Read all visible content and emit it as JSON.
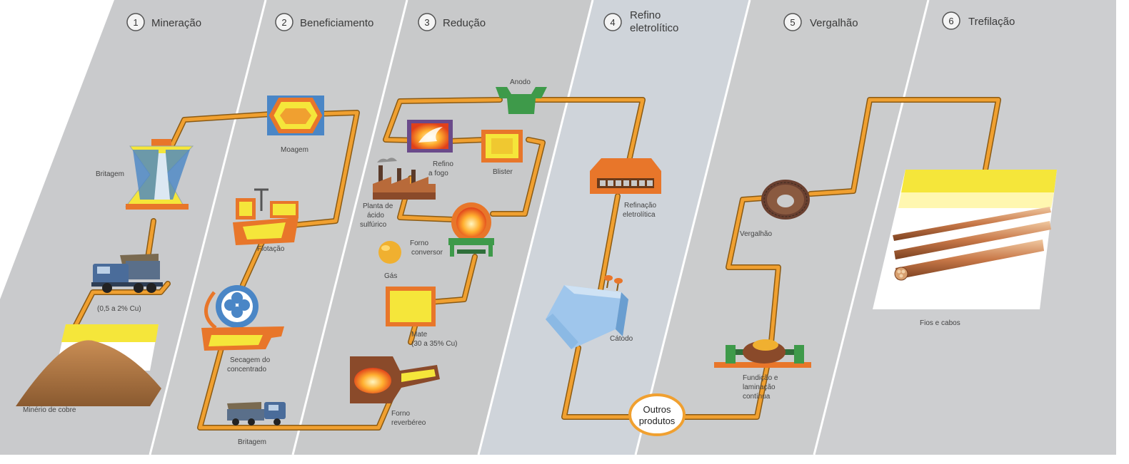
{
  "stages": [
    {
      "number": "1",
      "title": "Mineração"
    },
    {
      "number": "2",
      "title": "Beneficiamento"
    },
    {
      "number": "3",
      "title": "Redução"
    },
    {
      "number": "4",
      "title_line1": "Refino",
      "title_line2": "eletrolítico"
    },
    {
      "number": "5",
      "title": "Vergalhão"
    },
    {
      "number": "6",
      "title": "Trefilação"
    }
  ],
  "labels": {
    "britagem_top": "Britagem",
    "teor": "(0,5 a 2% Cu)",
    "minerio": "Minério de cobre",
    "moagem": "Moagem",
    "flotacao": "Flotação",
    "secagem_1": "Secagem do",
    "secagem_2": "concentrado",
    "britagem_bottom": "Britagem",
    "anodo": "Anodo",
    "refino_fogo_1": "Refino",
    "refino_fogo_2": "a fogo",
    "blister": "Blister",
    "planta_1": "Planta de",
    "planta_2": "ácido",
    "planta_3": "sulfúrico",
    "forno_conv_1": "Forno",
    "forno_conv_2": "conversor",
    "gas": "Gás",
    "mate_1": "Mate",
    "mate_2": "(30 a 35% Cu)",
    "forno_rev_1": "Forno",
    "forno_rev_2": "reverbéreo",
    "refinacao_1": "Refinação",
    "refinacao_2": "eletrolítica",
    "catodo": "Cátodo",
    "outros_1": "Outros",
    "outros_2": "produtos",
    "vergalhao": "Vergalhão",
    "fundicao_1": "Fundição e",
    "fundicao_2": "laminação",
    "fundicao_3": "contínua",
    "fios": "Fios e cabos"
  },
  "colors": {
    "panel": "#c9cacc",
    "panel_light": "#d6d9dd",
    "pipe": "#f0a030",
    "pipe_edge": "#8a5a14",
    "yellow": "#f5e63a",
    "orange": "#e8762a",
    "green": "#3e9a4a",
    "blue": "#4a86c6",
    "light_blue": "#9fc6ec"
  }
}
